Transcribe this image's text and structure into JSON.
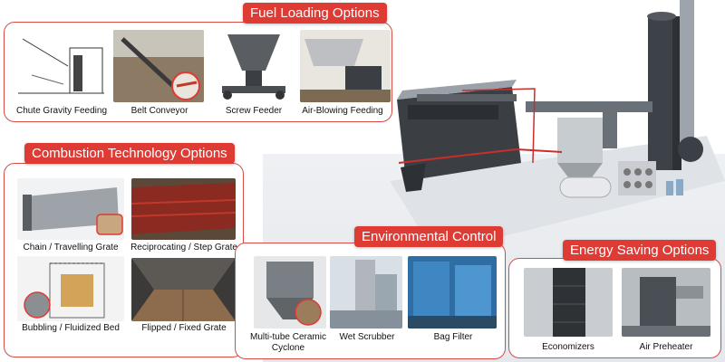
{
  "fuel_loading": {
    "title": "Fuel Loading Options",
    "items": [
      {
        "label": "Chute Gravity Feeding"
      },
      {
        "label": "Belt Conveyor"
      },
      {
        "label": "Screw Feeder"
      },
      {
        "label": "Air-Blowing Feeding"
      }
    ]
  },
  "combustion": {
    "title": "Combustion Technology Options",
    "items": [
      {
        "label": "Chain / Travelling Grate"
      },
      {
        "label": "Reciprocating / Step Grate"
      },
      {
        "label": "Bubbling / Fluidized Bed"
      },
      {
        "label": "Flipped / Fixed Grate"
      }
    ]
  },
  "environmental": {
    "title": "Environmental Control",
    "items": [
      {
        "label": "Multi-tube Ceramic Cyclone"
      },
      {
        "label": "Wet Scrubber"
      },
      {
        "label": "Bag Filter"
      }
    ]
  },
  "energy_saving": {
    "title": "Energy Saving Options",
    "items": [
      {
        "label": "Economizers"
      },
      {
        "label": "Air Preheater"
      }
    ]
  },
  "colors": {
    "accent": "#de3b35",
    "border": "#d94a47",
    "steel": "#3b3f44"
  }
}
